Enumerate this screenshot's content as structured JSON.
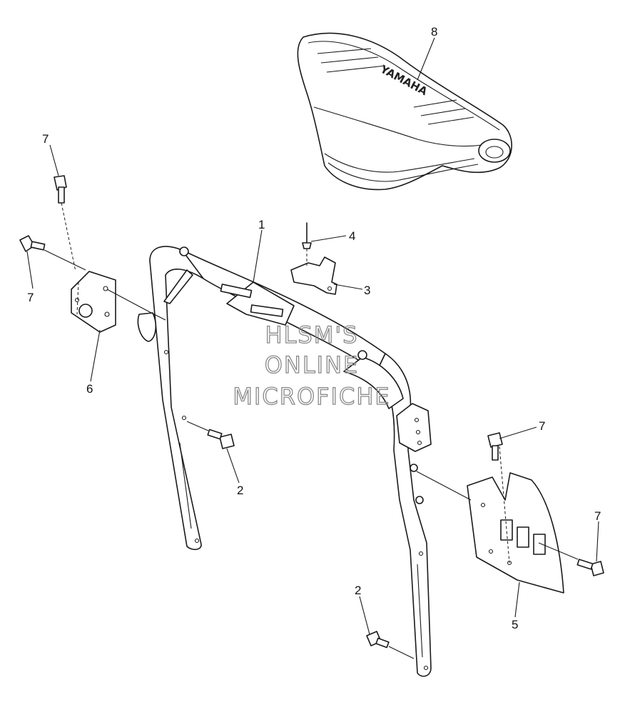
{
  "callouts": [
    {
      "id": "1",
      "label": "1"
    },
    {
      "id": "2a",
      "label": "2"
    },
    {
      "id": "2b",
      "label": "2"
    },
    {
      "id": "3",
      "label": "3"
    },
    {
      "id": "4",
      "label": "4"
    },
    {
      "id": "5",
      "label": "5"
    },
    {
      "id": "6",
      "label": "6"
    },
    {
      "id": "7a",
      "label": "7"
    },
    {
      "id": "7b",
      "label": "7"
    },
    {
      "id": "7c",
      "label": "7"
    },
    {
      "id": "7d",
      "label": "7"
    },
    {
      "id": "8",
      "label": "8"
    }
  ],
  "seat_brand": "YAMAHA",
  "watermark": {
    "line1": "HLSM'S",
    "line2": "ONLINE",
    "line3": "MICROFICHE"
  }
}
